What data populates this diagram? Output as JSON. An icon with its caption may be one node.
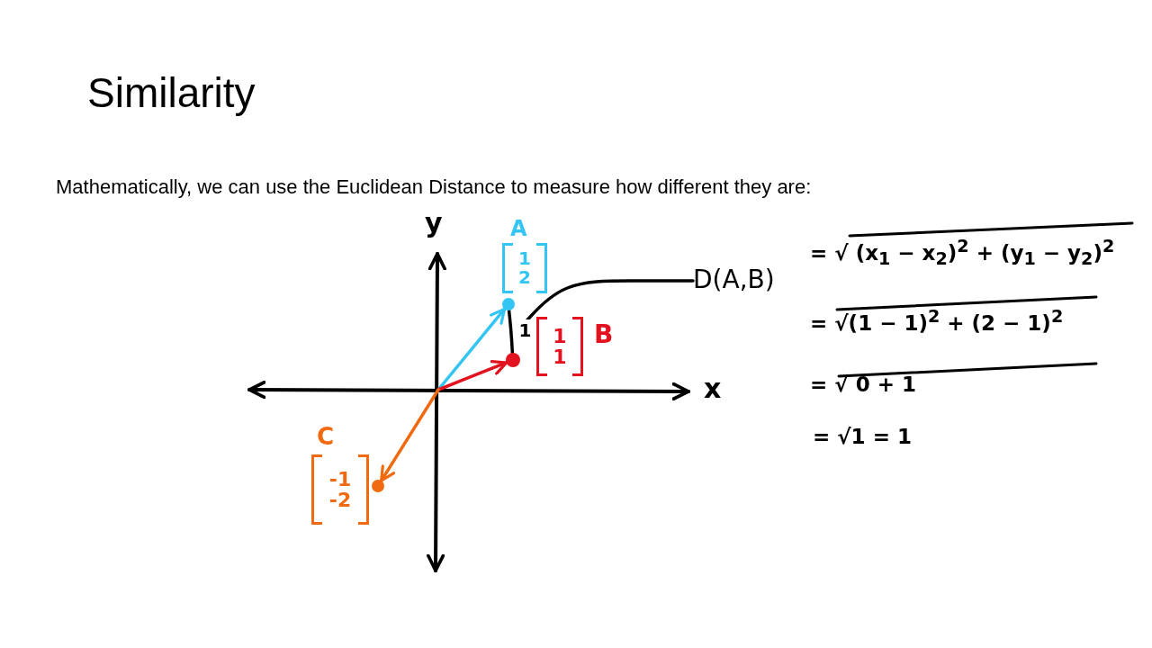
{
  "diagram": {
    "title": "Similarity",
    "nodes": [
      {
        "text": [],
        "shape": "circle",
        "beside": [
          "A",
          "1 2"
        ]
      },
      {
        "text": [],
        "shape": "circle",
        "beside": [
          "1 1",
          "B"
        ]
      },
      {
        "text": [],
        "shape": "circle",
        "beside": [
          "C",
          "-1 -2"
        ]
      },
      {
        "text": [
          "D(A,B)"
        ]
      }
    ],
    "edges": [
      {
        "from": null,
        "to": 0,
        "arrow": "to",
        "color": "#33c5f3"
      },
      {
        "from": null,
        "to": 1,
        "arrow": "to",
        "color": "#e2131f"
      },
      {
        "from": null,
        "to": 2,
        "arrow": "to",
        "color": "#f06a10"
      },
      {
        "from": 0,
        "to": 1,
        "arrow": "none",
        "label": "1"
      },
      {
        "from": 3,
        "to": null,
        "arrow": "none"
      }
    ],
    "labels": [
      "Mathematically, we can use the Euclidean Distance to measure how different they are:",
      "y",
      "x",
      "= √ (x$_{1}$ − x$_{2}$)$^{2}$ + (y$_{1}$ − y$_{2}$)$^{2}$",
      "= √(1 − 1)$^{2}$ + (2 − 1)$^{2}$",
      "= √ 0 + 1",
      "= √1 = 1"
    ]
  }
}
